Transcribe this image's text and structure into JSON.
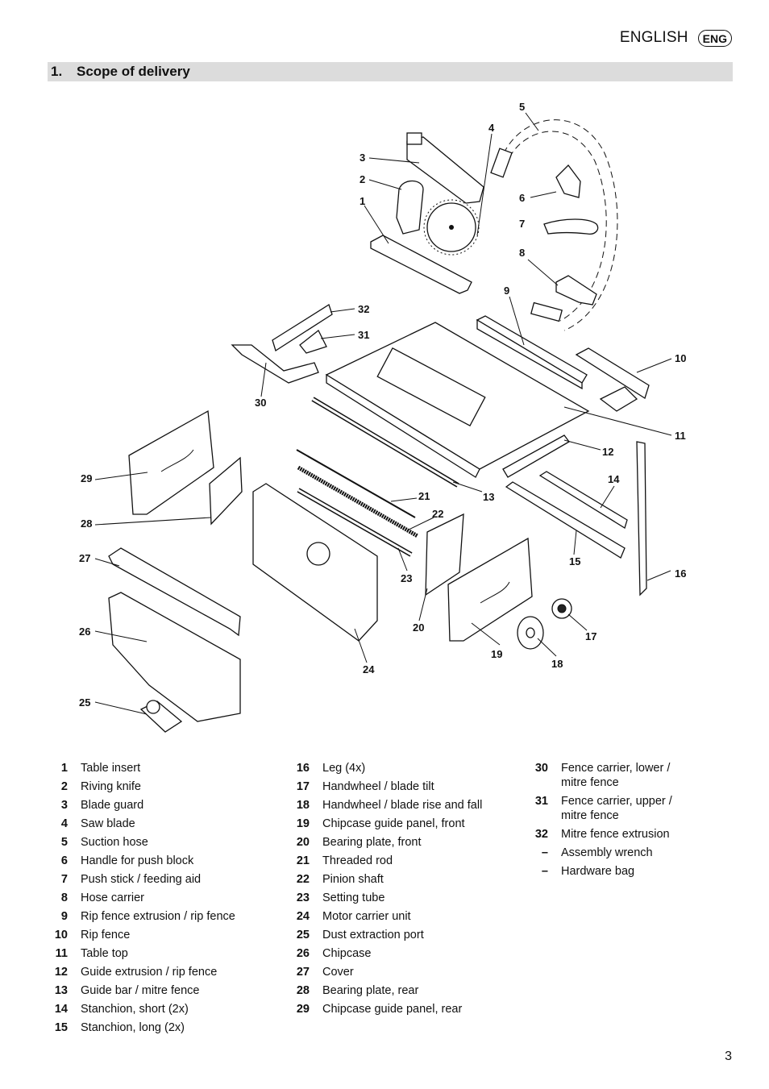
{
  "header": {
    "language": "ENGLISH",
    "language_badge": "ENG"
  },
  "section": {
    "number": "1.",
    "title": "Scope of delivery"
  },
  "diagram": {
    "callouts": [
      "1",
      "2",
      "3",
      "4",
      "5",
      "6",
      "7",
      "8",
      "9",
      "10",
      "11",
      "12",
      "13",
      "14",
      "15",
      "16",
      "17",
      "18",
      "19",
      "20",
      "21",
      "22",
      "23",
      "24",
      "25",
      "26",
      "27",
      "28",
      "29",
      "30",
      "31",
      "32"
    ]
  },
  "legend": {
    "col1": [
      {
        "num": "1",
        "text": "Table insert"
      },
      {
        "num": "2",
        "text": "Riving knife"
      },
      {
        "num": "3",
        "text": "Blade guard"
      },
      {
        "num": "4",
        "text": "Saw blade"
      },
      {
        "num": "5",
        "text": "Suction hose"
      },
      {
        "num": "6",
        "text": "Handle for push block"
      },
      {
        "num": "7",
        "text": "Push stick / feeding aid"
      },
      {
        "num": "8",
        "text": "Hose carrier"
      },
      {
        "num": "9",
        "text": "Rip fence extrusion / rip fence"
      },
      {
        "num": "10",
        "text": "Rip fence"
      },
      {
        "num": "11",
        "text": "Table top"
      },
      {
        "num": "12",
        "text": "Guide extrusion / rip fence"
      },
      {
        "num": "13",
        "text": "Guide bar / mitre fence"
      },
      {
        "num": "14",
        "text": "Stanchion, short (2x)"
      },
      {
        "num": "15",
        "text": "Stanchion, long (2x)"
      }
    ],
    "col2": [
      {
        "num": "16",
        "text": "Leg (4x)"
      },
      {
        "num": "17",
        "text": "Handwheel / blade tilt"
      },
      {
        "num": "18",
        "text": "Handwheel / blade rise and fall"
      },
      {
        "num": "19",
        "text": "Chipcase guide panel, front"
      },
      {
        "num": "20",
        "text": "Bearing plate, front"
      },
      {
        "num": "21",
        "text": "Threaded rod"
      },
      {
        "num": "22",
        "text": "Pinion shaft"
      },
      {
        "num": "23",
        "text": "Setting tube"
      },
      {
        "num": "24",
        "text": "Motor carrier unit"
      },
      {
        "num": "25",
        "text": "Dust extraction port"
      },
      {
        "num": "26",
        "text": "Chipcase"
      },
      {
        "num": "27",
        "text": "Cover"
      },
      {
        "num": "28",
        "text": "Bearing plate, rear"
      },
      {
        "num": "29",
        "text": "Chipcase guide panel, rear"
      }
    ],
    "col3": [
      {
        "num": "30",
        "text": "Fence carrier, lower / mitre fence"
      },
      {
        "num": "31",
        "text": "Fence carrier, upper / mitre fence"
      },
      {
        "num": "32",
        "text": "Mitre fence extrusion"
      },
      {
        "num": "–",
        "text": "Assembly wrench"
      },
      {
        "num": "–",
        "text": "Hardware bag"
      }
    ]
  },
  "page_number": "3"
}
